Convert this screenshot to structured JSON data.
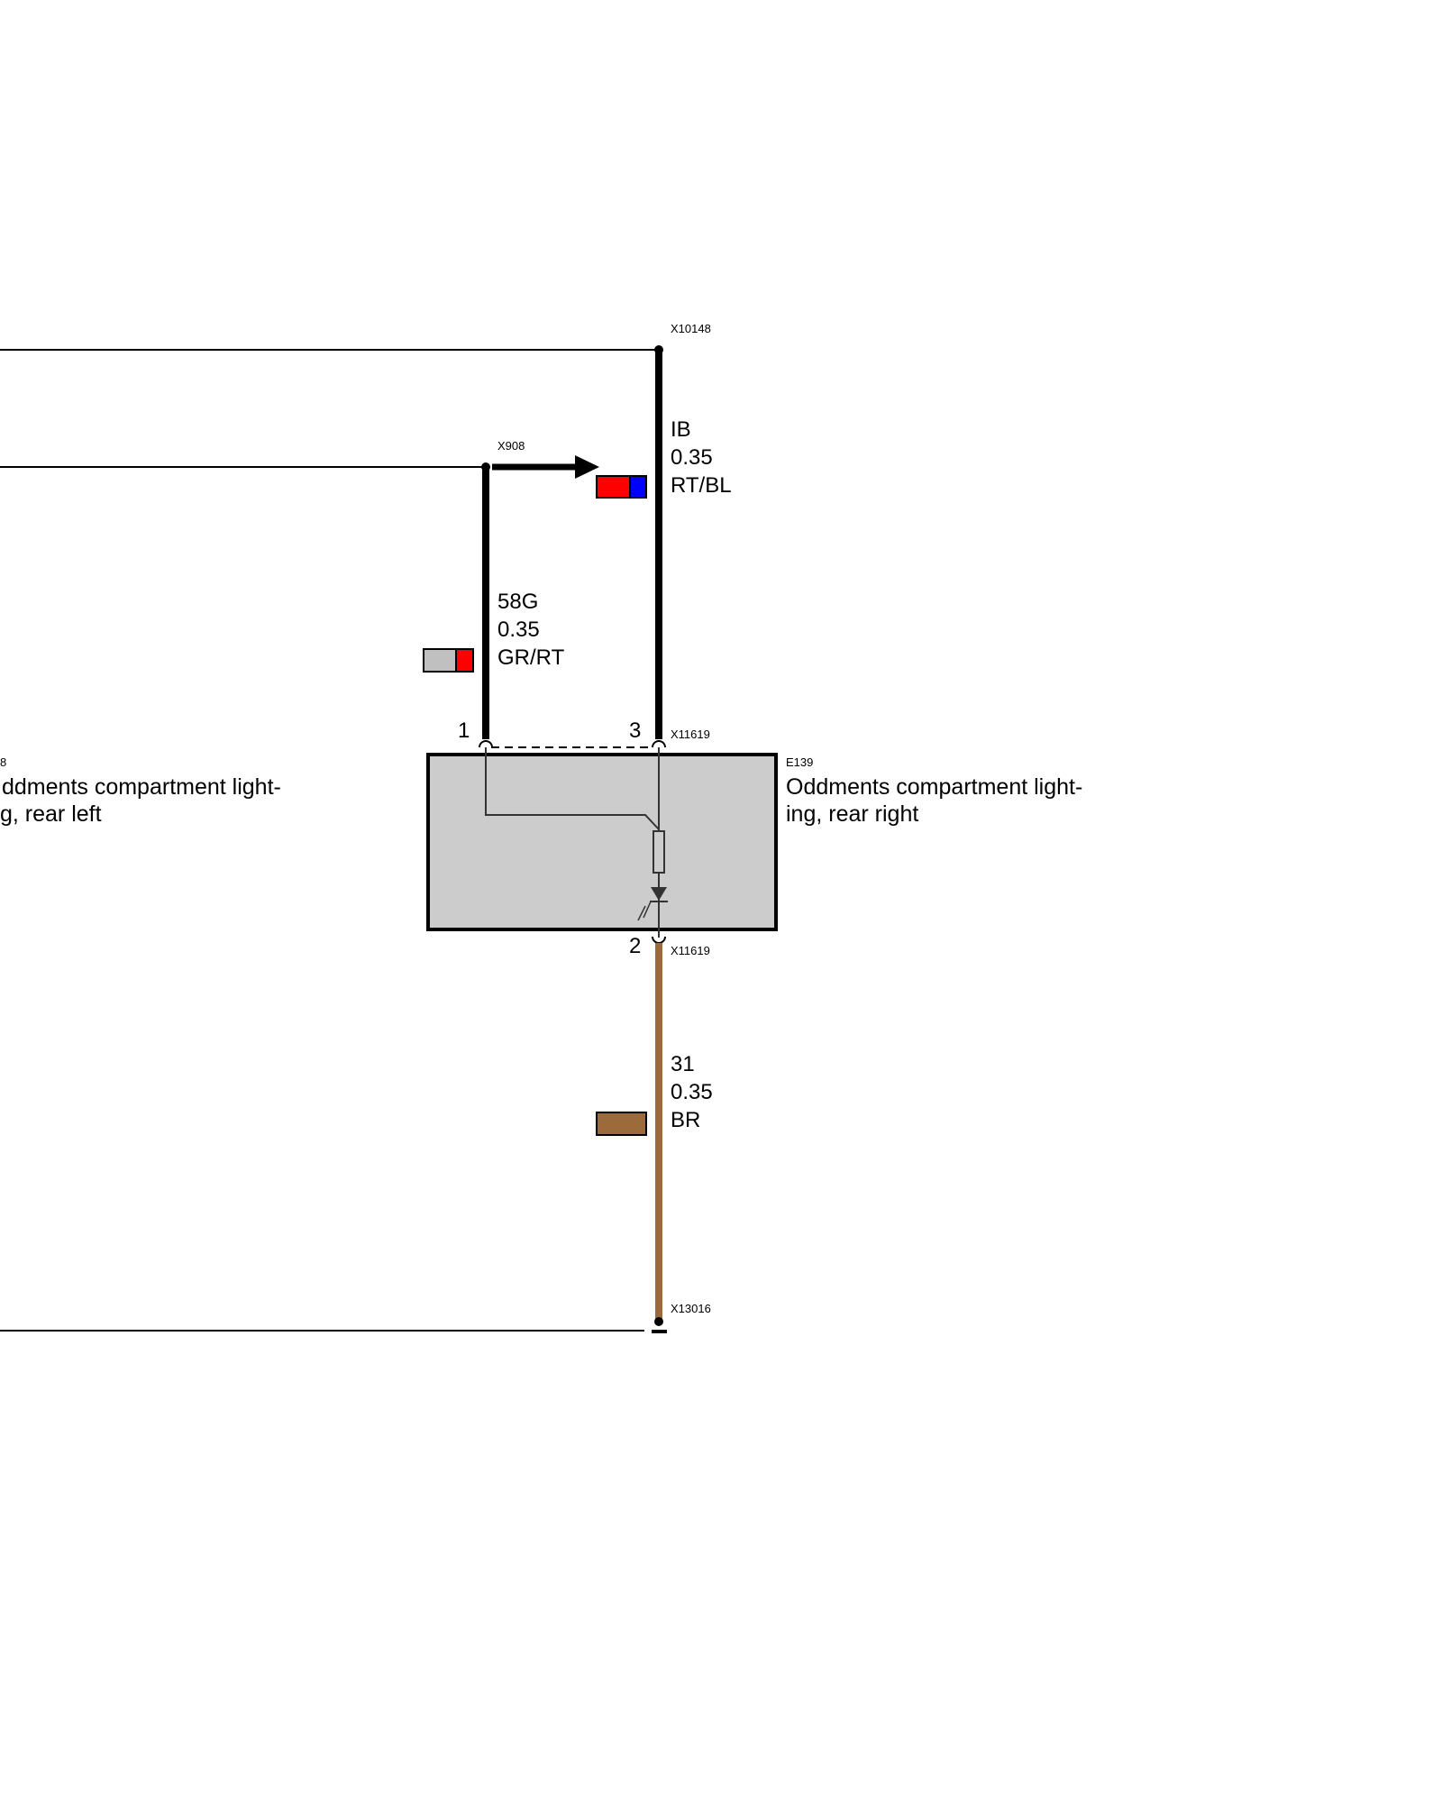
{
  "connectors": {
    "x10148": "X10148",
    "x908": "X908",
    "x11619_top": "X11619",
    "x11619_bottom": "X11619",
    "x13016": "X13016"
  },
  "components": {
    "right": {
      "id": "E139",
      "desc_line1": "Oddments compartment light-",
      "desc_line2": "ing, rear right"
    },
    "left": {
      "id_fragment": "8",
      "desc_line1": "ddments compartment light-",
      "desc_line2": "g, rear left"
    }
  },
  "pins": {
    "pin1": "1",
    "pin3": "3",
    "pin2": "2"
  },
  "wires": {
    "ib": {
      "signal": "IB",
      "gauge": "0.35",
      "color_code": "RT/BL",
      "colors": [
        "#ff0000",
        "#0000ff"
      ]
    },
    "g58": {
      "signal": "58G",
      "gauge": "0.35",
      "color_code": "GR/RT",
      "colors": [
        "#c0c0c0",
        "#ff0000"
      ]
    },
    "ground": {
      "signal": "31",
      "gauge": "0.35",
      "color_code": "BR",
      "colors": [
        "#9c6b3c"
      ]
    }
  },
  "colors": {
    "wire_black": "#000000",
    "wire_brown": "#9c6b3c",
    "component_fill": "#cccccc"
  }
}
